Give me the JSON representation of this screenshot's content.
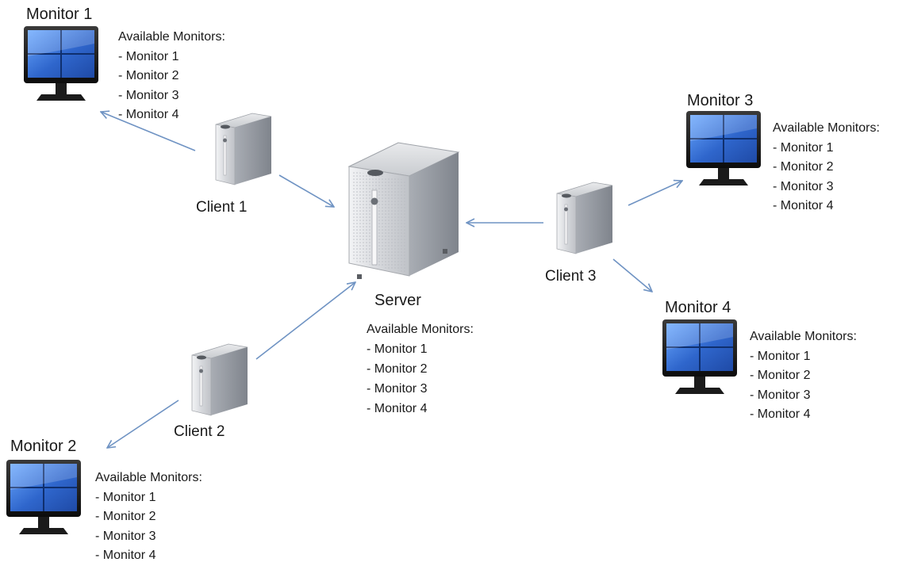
{
  "nodes": {
    "server": {
      "label": "Server",
      "list_title": "Available Monitors:",
      "items": [
        "Monitor 1",
        "Monitor 2",
        "Monitor 3",
        "Monitor 4"
      ]
    },
    "client1": {
      "label": "Client 1"
    },
    "client2": {
      "label": "Client 2"
    },
    "client3": {
      "label": "Client 3"
    },
    "monitor1": {
      "label": "Monitor 1",
      "list_title": "Available Monitors:",
      "items": [
        "Monitor 1",
        "Monitor 2",
        "Monitor 3",
        "Monitor 4"
      ]
    },
    "monitor2": {
      "label": "Monitor 2",
      "list_title": "Available Monitors:",
      "items": [
        "Monitor 1",
        "Monitor 2",
        "Monitor 3",
        "Monitor 4"
      ]
    },
    "monitor3": {
      "label": "Monitor 3",
      "list_title": "Available Monitors:",
      "items": [
        "Monitor 1",
        "Monitor 2",
        "Monitor 3",
        "Monitor 4"
      ]
    },
    "monitor4": {
      "label": "Monitor 4",
      "list_title": "Available Monitors:",
      "items": [
        "Monitor 1",
        "Monitor 2",
        "Monitor 3",
        "Monitor 4"
      ]
    }
  },
  "edges": [
    {
      "from": "client1",
      "to": "monitor1"
    },
    {
      "from": "client1",
      "to": "server"
    },
    {
      "from": "client2",
      "to": "server"
    },
    {
      "from": "client2",
      "to": "monitor2"
    },
    {
      "from": "client3",
      "to": "server"
    },
    {
      "from": "client3",
      "to": "monitor3"
    },
    {
      "from": "client3",
      "to": "monitor4"
    }
  ],
  "colors": {
    "arrow": "#6f93c3",
    "screen": "#2f66cc",
    "bezel": "#111111",
    "server_body": "#c9ccd2"
  },
  "icons": {
    "server": "server-tower-icon",
    "client": "client-tower-icon",
    "monitor": "monitor-icon"
  }
}
